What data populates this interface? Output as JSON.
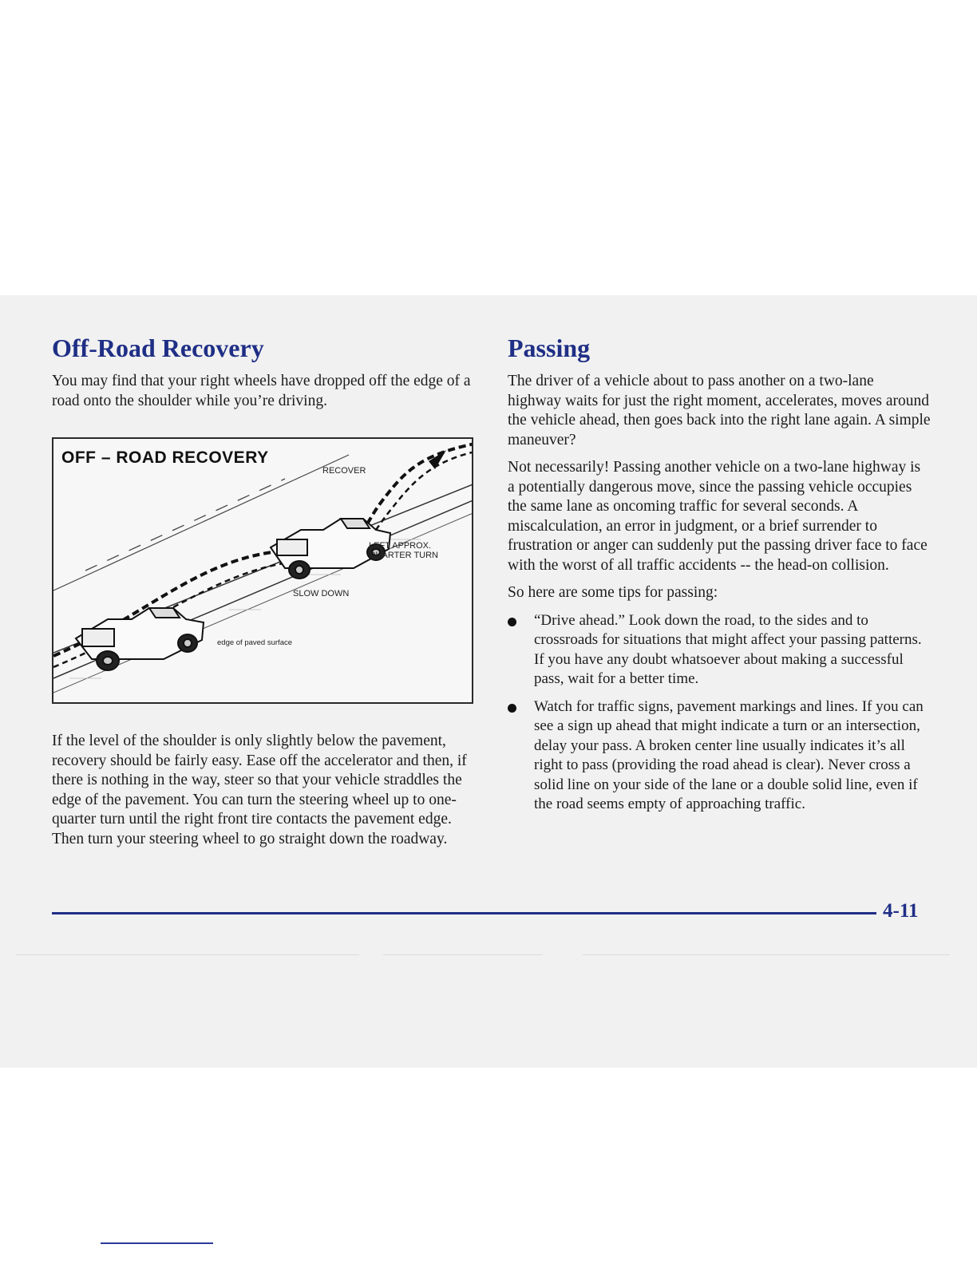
{
  "left": {
    "title": "Off-Road Recovery",
    "intro": "You may find that your right wheels have dropped off the edge of a road onto the shoulder while you’re driving.",
    "paragraph": "If the level of the shoulder is only slightly below the pavement, recovery should be fairly easy. Ease off the accelerator and then, if there is nothing in the way, steer so that your vehicle straddles the edge of the pavement. You can turn the steering wheel up to one-quarter turn until the right front tire contacts the pavement edge. Then turn your steering wheel to go straight down the roadway."
  },
  "figure": {
    "title": "OFF – ROAD RECOVERY",
    "label_recover": "RECOVER",
    "label_turn_1": "LEFT APPROX.",
    "label_turn_2": "QUARTER TURN",
    "label_slow": "SLOW DOWN",
    "label_edge": "edge of paved surface"
  },
  "right": {
    "title": "Passing",
    "p1": "The driver of a vehicle about to pass another on a two-lane highway waits for just the right moment, accelerates, moves around the vehicle ahead, then goes back into the right lane again. A simple maneuver?",
    "p2": "Not necessarily! Passing another vehicle on a two-lane highway is a potentially dangerous move, since the passing vehicle occupies the same lane as oncoming traffic for several seconds. A miscalculation, an error in judgment, or a brief surrender to frustration or anger can suddenly put the passing driver face to face with the worst of all traffic accidents -- the head-on collision.",
    "p3": "So here are some tips for passing:",
    "tips": [
      "“Drive ahead.” Look down the road, to the sides and to crossroads for situations that might affect your passing patterns. If you have any doubt whatsoever about making a successful pass, wait for a better time.",
      "Watch for traffic signs, pavement markings and lines. If you can see a sign up ahead that might indicate a turn or an intersection, delay your pass. A broken center line usually indicates it’s all right to pass (providing the road ahead is clear). Never cross a solid line on your side of the lane or a double solid line, even if the road seems empty of approaching traffic."
    ]
  },
  "footer": {
    "page_number": "4-11"
  },
  "colors": {
    "heading": "#1f2f86",
    "text": "#1c1c1c",
    "band": "#f1f1f1"
  }
}
